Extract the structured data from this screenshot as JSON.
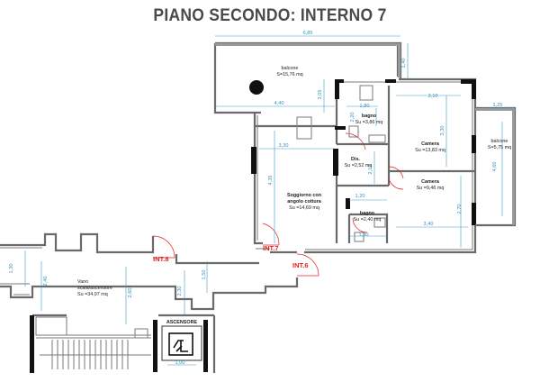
{
  "title": "PIANO SECONDO: INTERNO 7",
  "rooms": {
    "balcone_top": {
      "name": "balcone",
      "area": "S=15,76 mq"
    },
    "balcone_right": {
      "name": "balcone",
      "area": "S=5,75 mq"
    },
    "bagno_top": {
      "name": "bagno",
      "area": "Su =3,86 mq"
    },
    "camera_top": {
      "name": "Camera",
      "area": "Su =13,83 mq"
    },
    "dis": {
      "name": "Dis.",
      "area": "Su =2,52 mq"
    },
    "camera_bottom": {
      "name": "Camera",
      "area": "Su =9,46 mq"
    },
    "soggiorno": {
      "name": "Soggiorno con\nangolo cottura",
      "name_line1": "Soggiorno con",
      "name_line2": "angolo cottura",
      "area": "Su =14,69 mq"
    },
    "bagno_bottom": {
      "name": "bagno",
      "area": "Su =2,40 mq"
    },
    "vano": {
      "name_line1": "Vano",
      "name_line2": "scala/ascensore",
      "area": "Su =34,97 mq"
    },
    "ascensore": {
      "name": "ASCENSORE"
    }
  },
  "entrances": {
    "int8": "INT.8",
    "int7": "INT.7",
    "int6": "INT.6"
  },
  "dimensions": {
    "d685": "6,85",
    "d140": "1,40",
    "d440": "4,40",
    "d305": "3,05",
    "d310_top": "3,10",
    "d125": "1,25",
    "d180_top": "1,80",
    "d220": "2,20",
    "d330_left": "3,30",
    "d330_right": "3,30",
    "d460": "4,60",
    "d435": "4,35",
    "d210": "2,10",
    "d120": "1,20",
    "d270": "2,70",
    "d180_bot": "1,80",
    "d340": "3,40",
    "d130": "1,30",
    "d240": "2,40",
    "d260": "2,60",
    "d230": "2,30",
    "d150": "1,50",
    "d100": "1,00"
  }
}
